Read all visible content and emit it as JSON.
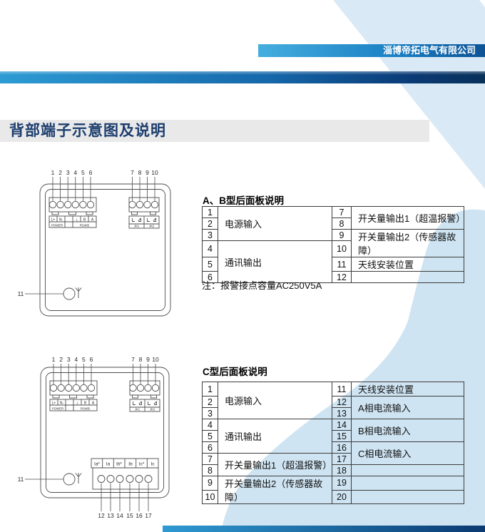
{
  "header": {
    "company_name": "淄博帝拓电气有限公司"
  },
  "section_title": "背部端子示意图及说明",
  "device_common": {
    "top_pin_numbers": [
      "1",
      "2",
      "3",
      "4",
      "5",
      "6"
    ],
    "right_pin_numbers": [
      "7",
      "8",
      "9",
      "10"
    ],
    "power_pin_labels": [
      "L+",
      "N-",
      "",
      "⊥",
      "B",
      "A"
    ],
    "power_group_label": "POWER",
    "rs485_group_label": "RS485",
    "relay_labels": [
      "JK1",
      "JK2"
    ],
    "antenna_ref_number": "11"
  },
  "device_c": {
    "current_pin_labels": [
      "Ia*",
      "Ia",
      "Ib*",
      "Ib",
      "Ic*",
      "Ic"
    ],
    "bottom_pin_numbers": [
      "12",
      "13",
      "14",
      "15",
      "16",
      "17"
    ]
  },
  "table_ab": {
    "title": "A、B型后面板说明",
    "note": "注：报警接点容量AC250V5A",
    "left_nums": [
      "1",
      "2",
      "3",
      "4",
      "5",
      "6"
    ],
    "left_descs": [
      "电源输入",
      "通讯输出"
    ],
    "right_nums": [
      "7",
      "8",
      "9",
      "10",
      "11",
      "12"
    ],
    "right_descs": [
      "开关量输出1（超温报警）",
      "开关量输出2（传感器故障）",
      "天线安装位置",
      ""
    ]
  },
  "table_c": {
    "title": "C型后面板说明",
    "left_nums": [
      "1",
      "2",
      "3",
      "4",
      "5",
      "6",
      "7",
      "8",
      "9",
      "10"
    ],
    "left_descs": [
      "电源输入",
      "通讯输出",
      "开关量输出1（超温报警）",
      "开关量输出2（传感器故障）"
    ],
    "right_nums": [
      "11",
      "12",
      "13",
      "14",
      "15",
      "16",
      "17",
      "18",
      "19",
      "20"
    ],
    "right_descs": [
      "天线安装位置",
      "A相电流输入",
      "B相电流输入",
      "C相电流输入",
      "",
      "",
      ""
    ]
  },
  "colors": {
    "decor_band_blue": "#d9eaf6",
    "decor_blob_blue": "#cfe4f2",
    "bar_blue_light": "#2f9ad2",
    "bar_blue_dark": "#0b3a72",
    "title_navy": "#1d3e6e"
  }
}
